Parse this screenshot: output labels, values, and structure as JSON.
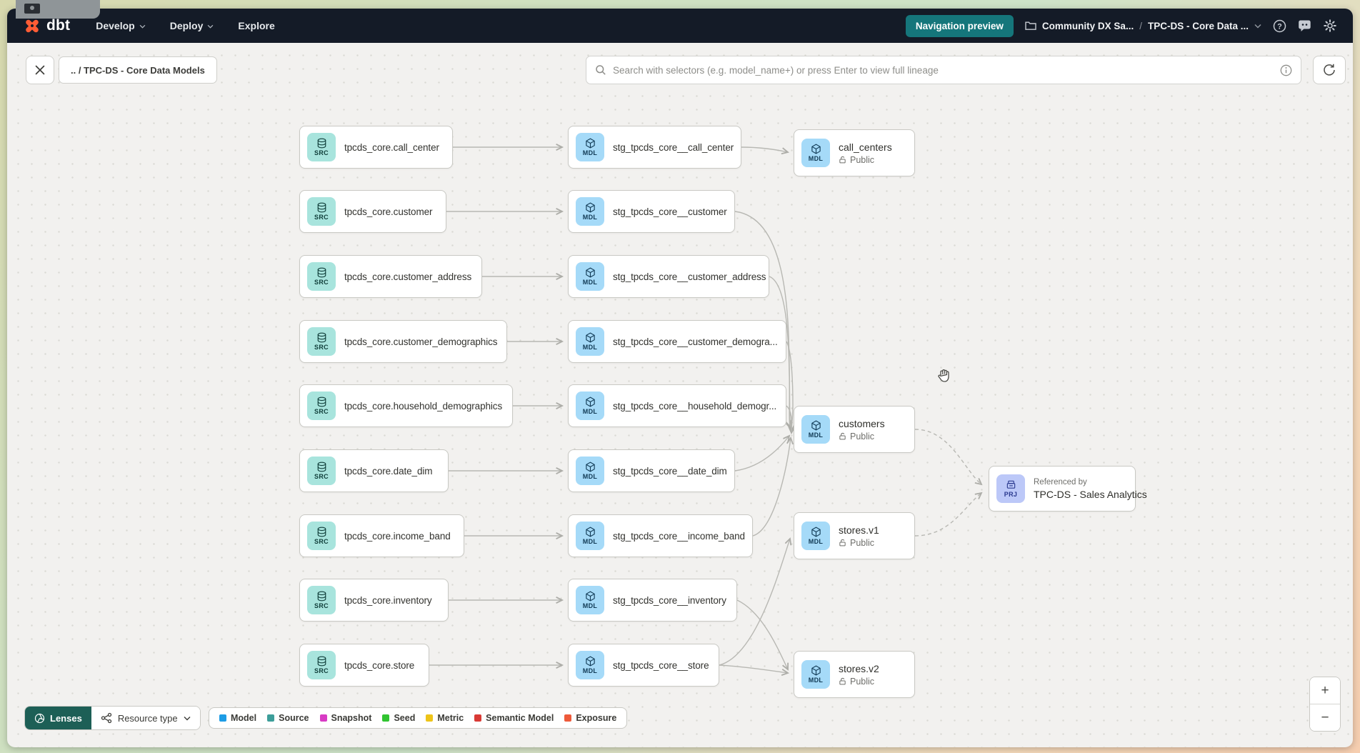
{
  "navbar": {
    "logo_text": "dbt",
    "nav_items": [
      {
        "label": "Develop",
        "chevron": true
      },
      {
        "label": "Deploy",
        "chevron": true
      },
      {
        "label": "Explore",
        "chevron": false
      }
    ],
    "preview_button_label": "Navigation preview",
    "breadcrumb": {
      "project": "Community DX Sa...",
      "separator": "/",
      "current": "TPC-DS - Core Data ..."
    }
  },
  "toolbar": {
    "back_chip_label": ".. / TPC-DS - Core Data Models",
    "search_placeholder": "Search with selectors (e.g. model_name+) or press Enter to view full lineage"
  },
  "graph": {
    "source_nodes": [
      {
        "icon_label": "SRC",
        "label": "tpcds_core.call_center"
      },
      {
        "icon_label": "SRC",
        "label": "tpcds_core.customer"
      },
      {
        "icon_label": "SRC",
        "label": "tpcds_core.customer_address"
      },
      {
        "icon_label": "SRC",
        "label": "tpcds_core.customer_demographics"
      },
      {
        "icon_label": "SRC",
        "label": "tpcds_core.household_demographics"
      },
      {
        "icon_label": "SRC",
        "label": "tpcds_core.date_dim"
      },
      {
        "icon_label": "SRC",
        "label": "tpcds_core.income_band"
      },
      {
        "icon_label": "SRC",
        "label": "tpcds_core.inventory"
      },
      {
        "icon_label": "SRC",
        "label": "tpcds_core.store"
      }
    ],
    "staging_nodes": [
      {
        "icon_label": "MDL",
        "label": "stg_tpcds_core__call_center"
      },
      {
        "icon_label": "MDL",
        "label": "stg_tpcds_core__customer"
      },
      {
        "icon_label": "MDL",
        "label": "stg_tpcds_core__customer_address"
      },
      {
        "icon_label": "MDL",
        "label": "stg_tpcds_core__customer_demogra..."
      },
      {
        "icon_label": "MDL",
        "label": "stg_tpcds_core__household_demogr..."
      },
      {
        "icon_label": "MDL",
        "label": "stg_tpcds_core__date_dim"
      },
      {
        "icon_label": "MDL",
        "label": "stg_tpcds_core__income_band"
      },
      {
        "icon_label": "MDL",
        "label": "stg_tpcds_core__inventory"
      },
      {
        "icon_label": "MDL",
        "label": "stg_tpcds_core__store"
      }
    ],
    "public_nodes": [
      {
        "icon_label": "MDL",
        "title": "call_centers",
        "badge": "Public"
      },
      {
        "icon_label": "MDL",
        "title": "customers",
        "badge": "Public"
      },
      {
        "icon_label": "MDL",
        "title": "stores.v1",
        "badge": "Public"
      },
      {
        "icon_label": "MDL",
        "title": "stores.v2",
        "badge": "Public"
      }
    ],
    "project_node": {
      "icon_label": "PRJ",
      "kicker": "Referenced by",
      "title": "TPC-DS - Sales Analytics"
    }
  },
  "footer": {
    "lenses_label": "Lenses",
    "resource_type_label": "Resource type",
    "legend": [
      {
        "label": "Model",
        "color": "#1d9ce5"
      },
      {
        "label": "Source",
        "color": "#3d9e9a"
      },
      {
        "label": "Snapshot",
        "color": "#d83bc4"
      },
      {
        "label": "Seed",
        "color": "#31c431"
      },
      {
        "label": "Metric",
        "color": "#eec419"
      },
      {
        "label": "Semantic Model",
        "color": "#d93a35"
      },
      {
        "label": "Exposure",
        "color": "#ee5a3a"
      }
    ]
  },
  "zoom_controls": {
    "zoom_in_label": "+",
    "zoom_out_label": "−"
  },
  "colors": {
    "source_icon_bg": "#a8e4dd",
    "model_icon_bg": "#a5daf8",
    "project_icon_bg": "#bcc8f8",
    "navbar_bg": "#141b27",
    "accent_teal": "#15767b",
    "lenses_bg": "#1d5f56",
    "dbt_orange": "#ff5c35"
  }
}
